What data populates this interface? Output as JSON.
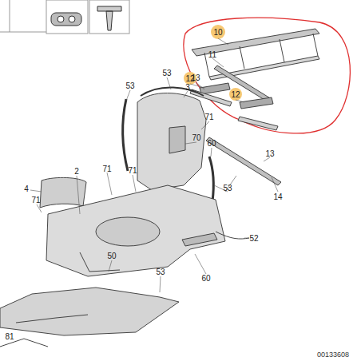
{
  "diagram": {
    "labels": [
      "10",
      "11",
      "12",
      "12",
      "53",
      "53",
      "13",
      "3",
      "71",
      "70",
      "60",
      "13",
      "14",
      "4",
      "71",
      "2",
      "71",
      "71",
      "53",
      "52",
      "50",
      "60",
      "53",
      "81",
      "00133608"
    ]
  }
}
